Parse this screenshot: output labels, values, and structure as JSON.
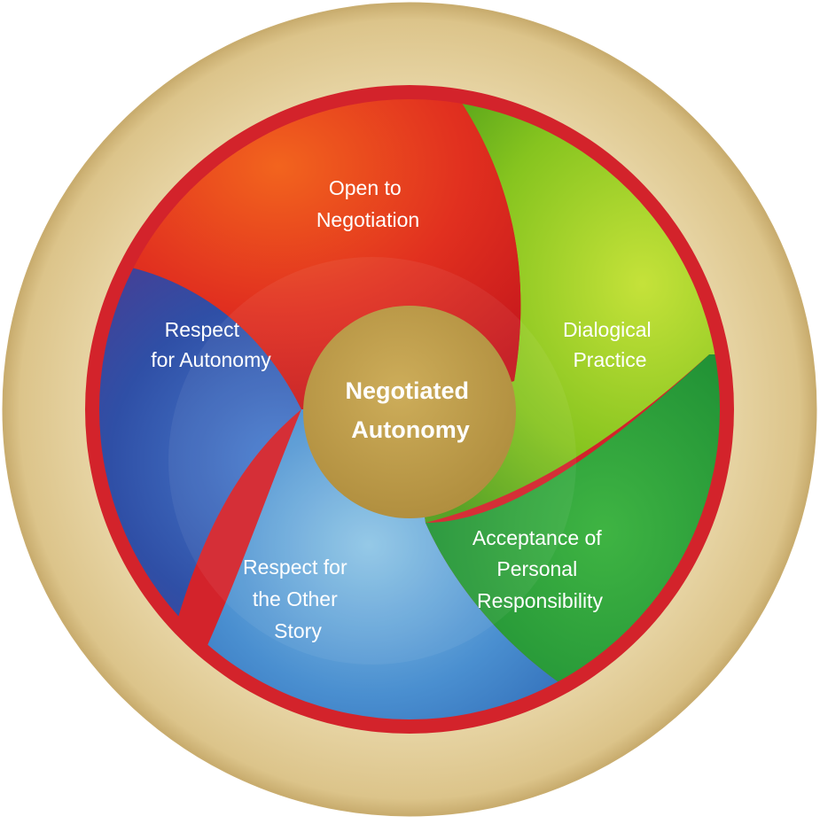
{
  "title": "AUTONOMY AS LIVED",
  "center": {
    "lines": [
      "Negotiated",
      "Autonomy"
    ]
  },
  "segments": [
    {
      "name": "open-to-negotiation",
      "lines": [
        "Open to",
        "Negotiation"
      ],
      "color": "#d62a1f"
    },
    {
      "name": "dialogical-practice",
      "lines": [
        "Dialogical",
        "Practice"
      ],
      "color": "#7cc21c"
    },
    {
      "name": "acceptance-of-personal-responsibility",
      "lines": [
        "Acceptance of",
        "Personal",
        "Responsibility"
      ],
      "color": "#1f9a3a"
    },
    {
      "name": "respect-for-the-other-story",
      "lines": [
        "Respect for",
        "the Other",
        "Story"
      ],
      "color": "#3f84c8"
    },
    {
      "name": "respect-for-autonomy",
      "lines": [
        "Respect",
        "for Autonomy"
      ],
      "color": "#2f52a8"
    }
  ],
  "colors": {
    "outer_ring": "#e2cd96",
    "ring_border": "#c9ad6f",
    "red_ring": "#d3232b",
    "center": "#c3a04a",
    "title_text": "#a48a45"
  }
}
